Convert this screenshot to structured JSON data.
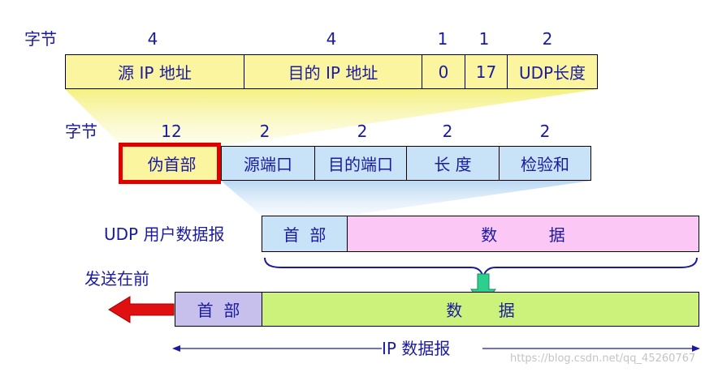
{
  "ip_pseudo": {
    "bytes_label": "字节",
    "byte_counts": [
      "4",
      "4",
      "1",
      "1",
      "2"
    ],
    "fields": [
      "源 IP 地址",
      "目的 IP 地址",
      "0",
      "17",
      "UDP长度"
    ]
  },
  "udp_header": {
    "bytes_label": "字节",
    "byte_counts": [
      "12",
      "2",
      "2",
      "2",
      "2"
    ],
    "fields": [
      "伪首部",
      "源端口",
      "目的端口",
      "长  度",
      "检验和"
    ]
  },
  "udp_datagram": {
    "label": "UDP 用户数据报",
    "header": "首  部",
    "data": "数          据"
  },
  "ip_packet": {
    "send_first_label": "发送在前",
    "header": "首  部",
    "data": "数       据",
    "span_label": "IP 数据报"
  },
  "watermark": "https://blog.csdn.net/qq_45260767",
  "colors": {
    "text": "#1a1aa0",
    "pseudo_fill": "#fbf5a0",
    "header_fill": "#c8e2f8",
    "udp_data_fill": "#fbc8f6",
    "ip_header_fill": "#c8c0ec",
    "ip_data_fill": "#ccf27c",
    "highlight_border": "#e00000",
    "arrow_red": "#e01010",
    "arrow_green": "#2cd08c"
  }
}
